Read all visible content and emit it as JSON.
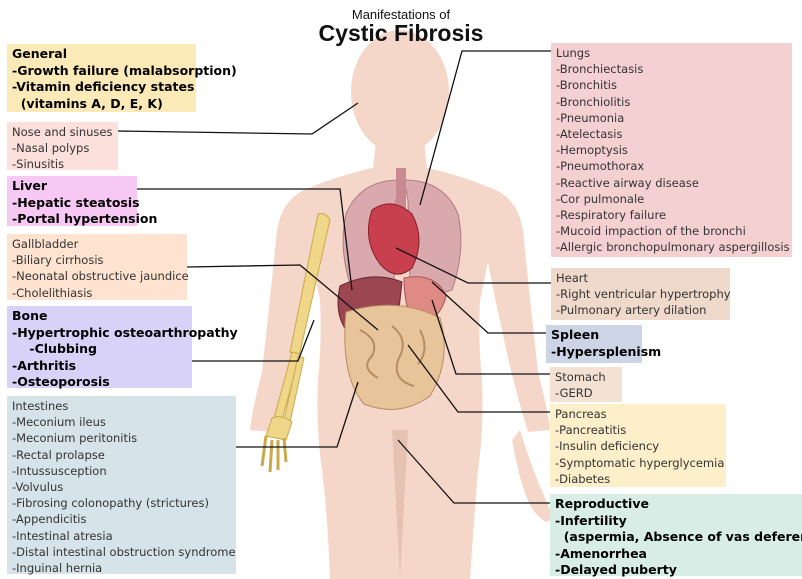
{
  "title": {
    "small": "Manifestations of",
    "large": "Cystic Fibrosis"
  },
  "colors": {
    "general": "#fbeab8",
    "nose": "#fbe0dc",
    "liver": "#f8c8f4",
    "gallbladder": "#fde3d0",
    "bone": "#d8d2f8",
    "intestines": "#d6e3e9",
    "lungs": "#f5d0d2",
    "heart": "#efd9cb",
    "spleen": "#ccd4e6",
    "stomach": "#f3e1d3",
    "pancreas": "#fcefc9",
    "reproductive": "#d7ede6",
    "skin": "#f5d7c9",
    "line": "#111111"
  },
  "groups": {
    "general": {
      "title": "General",
      "items": [
        "-Growth failure (malabsorption)",
        "-Vitamin deficiency states",
        "  (vitamins A, D, E, K)"
      ]
    },
    "nose": {
      "title": "Nose and sinuses",
      "items": [
        "-Nasal polyps",
        "-Sinusitis"
      ]
    },
    "liver": {
      "title": "Liver",
      "items": [
        "-Hepatic steatosis",
        "-Portal hypertension"
      ]
    },
    "gallbladder": {
      "title": "Gallbladder",
      "items": [
        "-Biliary cirrhosis",
        "-Neonatal obstructive jaundice",
        "-Cholelithiasis"
      ]
    },
    "bone": {
      "title": "Bone",
      "items": [
        "-Hypertrophic osteoarthropathy",
        "    -Clubbing",
        "-Arthritis",
        "-Osteoporosis"
      ]
    },
    "intestines": {
      "title": "Intestines",
      "items": [
        "-Meconium ileus",
        "-Meconium peritonitis",
        "-Rectal prolapse",
        "-Intussusception",
        "-Volvulus",
        "-Fibrosing colonopathy (strictures)",
        "-Appendicitis",
        "-Intestinal atresia",
        "-Distal intestinal obstruction syndrome",
        "-Inguinal hernia"
      ]
    },
    "lungs": {
      "title": "Lungs",
      "items": [
        "-Bronchiectasis",
        "-Bronchitis",
        "-Bronchiolitis",
        "-Pneumonia",
        "-Atelectasis",
        "-Hemoptysis",
        "-Pneumothorax",
        "-Reactive airway disease",
        "-Cor pulmonale",
        "-Respiratory failure",
        "-Mucoid impaction of the bronchi",
        "-Allergic bronchopulmonary aspergillosis"
      ]
    },
    "heart": {
      "title": "Heart",
      "items": [
        "-Right ventricular hypertrophy",
        "-Pulmonary artery dilation"
      ]
    },
    "spleen": {
      "title": "Spleen",
      "items": [
        "-Hypersplenism"
      ]
    },
    "stomach": {
      "title": "Stomach",
      "items": [
        "-GERD"
      ]
    },
    "pancreas": {
      "title": "Pancreas",
      "items": [
        "-Pancreatitis",
        "-Insulin deficiency",
        "-Symptomatic hyperglycemia",
        "-Diabetes"
      ]
    },
    "reproductive": {
      "title": "Reproductive",
      "items": [
        "-Infertility",
        "  (aspermia, Absence of vas deferens)",
        "-Amenorrhea",
        "-Delayed puberty"
      ]
    }
  }
}
